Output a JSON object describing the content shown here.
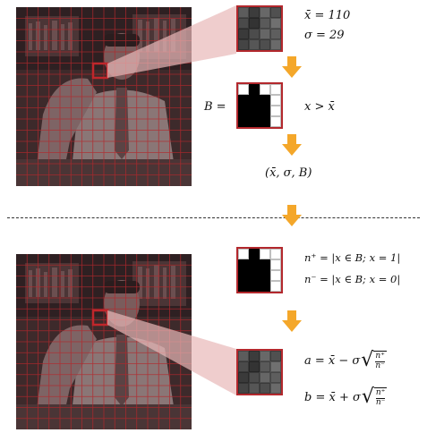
{
  "colors": {
    "grid_line": "#b3282d",
    "arrow": "#f4a72a",
    "projection": "#e8b8b8",
    "highlight": "#c0262b"
  },
  "top": {
    "stats": {
      "mean": "x̄ = 110",
      "sigma": "σ = 29"
    },
    "binary_label": "B =",
    "condition": "x > x̄",
    "output": "(x̄, σ, B)"
  },
  "bottom": {
    "counts": {
      "n_plus": "n⁺ = |x ∈ B; x = 1|",
      "n_minus": "n⁻ = |x ∈ B; x = 0|"
    },
    "formula_a": {
      "lhs": "a = x̄ − σ",
      "num": "n⁺",
      "den": "n⁻"
    },
    "formula_b": {
      "lhs": "b = x̄ + σ",
      "num": "n⁺",
      "den": "n⁻"
    }
  },
  "icons": [
    "down-arrow-icon"
  ]
}
